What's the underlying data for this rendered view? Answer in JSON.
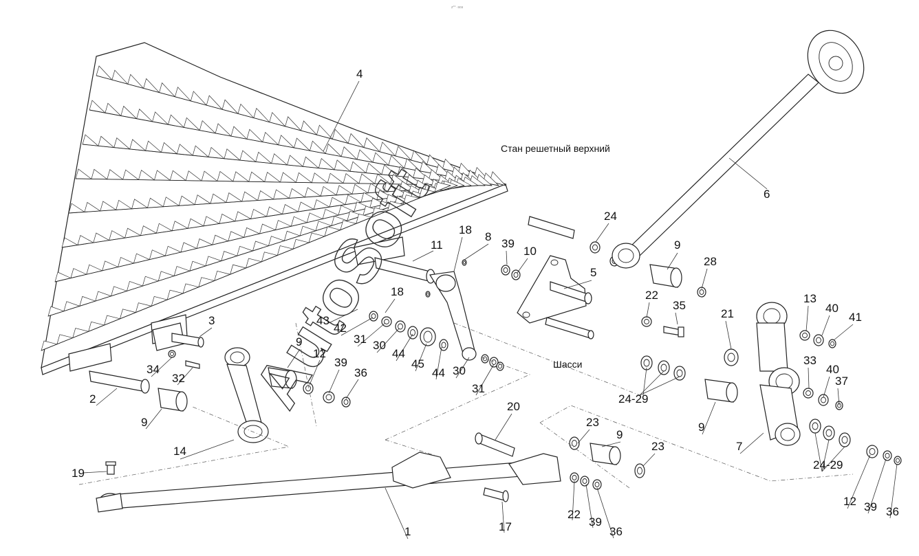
{
  "top_mark": "z°° ·sоз",
  "notes": {
    "upper_frame": "Стан решетный верхний",
    "chassis": "Шасси"
  },
  "watermark": "AutoSoft",
  "callouts": {
    "c1": "1",
    "c2": "2",
    "c3": "3",
    "c4": "4",
    "c5": "5",
    "c6": "6",
    "c7": "7",
    "c8": "8",
    "c9a": "9",
    "c9b": "9",
    "c9c": "9",
    "c9d": "9",
    "c9e": "9",
    "c10": "10",
    "c11": "11",
    "c12a": "12",
    "c12b": "12",
    "c13": "13",
    "c14": "14",
    "c17": "17",
    "c18a": "18",
    "c18b": "18",
    "c19": "19",
    "c20": "20",
    "c21": "21",
    "c22a": "22",
    "c22b": "22",
    "c23a": "23",
    "c23b": "23",
    "c24": "24",
    "c24_29a": "24-29",
    "c24_29b": "24-29",
    "c28": "28",
    "c30a": "30",
    "c30b": "30",
    "c31a": "31",
    "c31b": "31",
    "c32": "32",
    "c33": "33",
    "c34": "34",
    "c35": "35",
    "c36a": "36",
    "c36b": "36",
    "c36c": "36",
    "c37": "37",
    "c39a": "39",
    "c39b": "39",
    "c39c": "39",
    "c39d": "39",
    "c40a": "40",
    "c40b": "40",
    "c41": "41",
    "c42": "42",
    "c43": "43",
    "c44a": "44",
    "c44b": "44",
    "c45": "45"
  }
}
